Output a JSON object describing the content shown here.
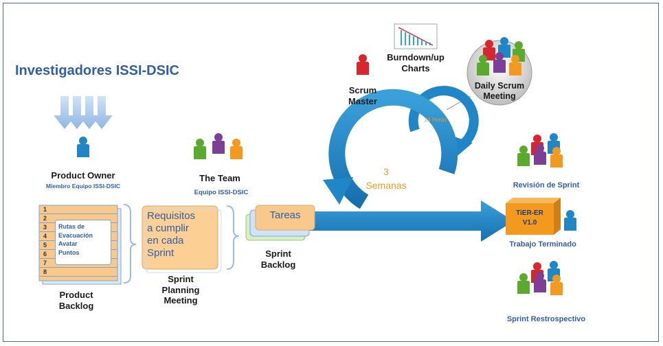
{
  "header": {
    "title": "Investigadores ISSI-DSIC"
  },
  "product_owner": {
    "label": "Product Owner",
    "sub": "Miembro Equipo ISSI-DSIC"
  },
  "product_backlog": {
    "numbers": [
      "1",
      "2",
      "3",
      "4",
      "5",
      "6",
      "7",
      "8"
    ],
    "items": [
      "Rutas de",
      "Evacuación",
      "Avatar",
      "Puntos"
    ],
    "label_line1": "Product",
    "label_line2": "Backlog"
  },
  "sprint_planning": {
    "box_text": [
      "Requisitos",
      "a cumplir",
      "en cada",
      "Sprint"
    ],
    "label_line1": "Sprint",
    "label_line2": "Planning",
    "label_line3": "Meeting"
  },
  "team": {
    "label": "The Team",
    "sub": "Equipo ISSI-DSIC"
  },
  "sprint_backlog": {
    "box_text": "Tareas",
    "label_line1": "Sprint",
    "label_line2": "Backlog"
  },
  "scrum_master": {
    "line1": "Scrum",
    "line2": "Master"
  },
  "burndown": {
    "line1": "Burndown/up",
    "line2": "Charts"
  },
  "daily_scrum": {
    "line1": "Daily Scrum",
    "line2": "Meeting",
    "cycle": "24 Horas"
  },
  "sprint_cycle": {
    "line1": "3",
    "line2": "Semanas"
  },
  "outputs": {
    "review": "Revisión de Sprint",
    "product_line1": "TiER-ER",
    "product_line2": "V1.0",
    "done": "Trabajo Terminado",
    "retro": "Sprint Restrospectivo"
  },
  "colors": {
    "blue": "#1f86c8",
    "orange": "#f39a1e",
    "red": "#d8262e",
    "green": "#5aaa2e",
    "purple": "#7c3f98",
    "title": "#2f5faa",
    "sky": "#2aa6d8"
  }
}
